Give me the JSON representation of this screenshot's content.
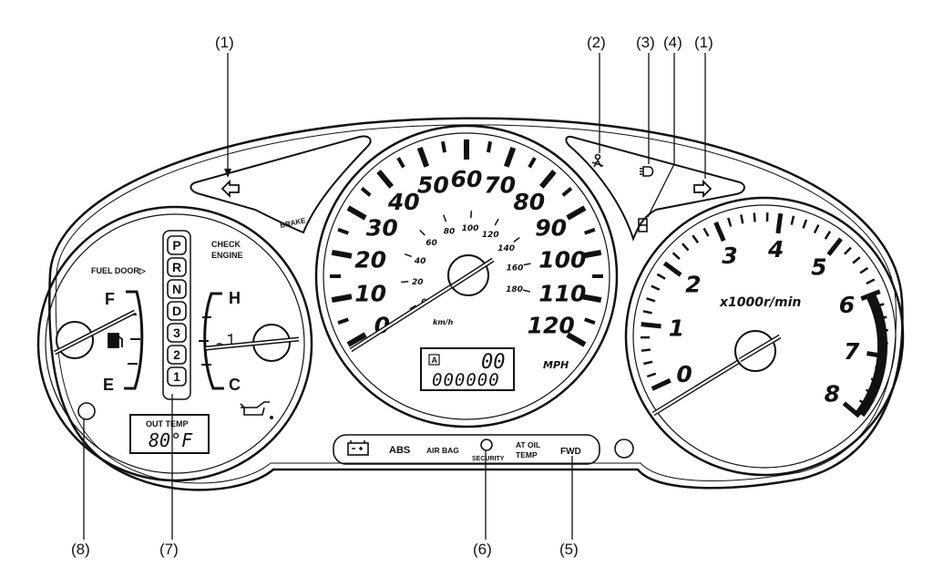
{
  "callouts": {
    "c1_left": "(1)",
    "c2": "(2)",
    "c3": "(3)",
    "c4": "(4)",
    "c1_right": "(1)",
    "c8": "(8)",
    "c7": "(7)",
    "c6": "(6)",
    "c5": "(5)"
  },
  "speedometer": {
    "mph_labels": [
      "0",
      "10",
      "20",
      "30",
      "40",
      "50",
      "60",
      "70",
      "80",
      "90",
      "100",
      "110",
      "120"
    ],
    "kmh_labels": [
      "0",
      "20",
      "40",
      "60",
      "80",
      "100",
      "120",
      "140",
      "160",
      "180"
    ],
    "kmh_unit": "km/h",
    "mph_unit": "MPH",
    "trip_indicator": "A",
    "trip_value": "00",
    "odometer": "000000"
  },
  "tachometer": {
    "labels": [
      "0",
      "1",
      "2",
      "3",
      "4",
      "5",
      "6",
      "7",
      "8"
    ],
    "unit": "x1000r/min"
  },
  "left_panel": {
    "fuel_door": "FUEL DOOR▷",
    "fuel_full": "F",
    "fuel_empty": "E",
    "temp_hot": "H",
    "temp_cold": "C",
    "check_engine_1": "CHECK",
    "check_engine_2": "ENGINE",
    "gears": [
      "P",
      "R",
      "N",
      "D",
      "3",
      "2",
      "1"
    ],
    "out_temp_label": "OUT TEMP",
    "out_temp_value": "80°F"
  },
  "warning_strip": {
    "abs": "ABS",
    "airbag": "AIR BAG",
    "security": "SECURITY",
    "at_oil_1": "AT OIL",
    "at_oil_2": "TEMP",
    "fwd": "FWD"
  },
  "top_panel": {
    "brake": "BRAKE"
  },
  "icons": [
    "left-turn-arrow-icon",
    "right-turn-arrow-icon",
    "seatbelt-icon",
    "headlight-icon",
    "door-icon",
    "battery-icon",
    "fuel-pump-icon",
    "oil-can-icon",
    "coolant-icon"
  ]
}
